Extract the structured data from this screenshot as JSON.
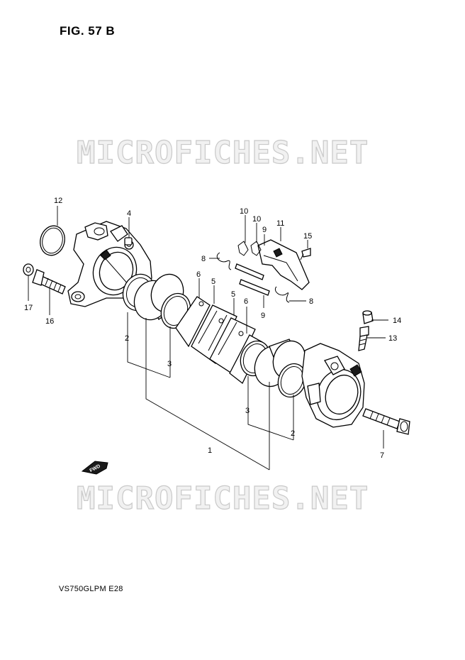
{
  "figure": {
    "title": "FIG. 57 B",
    "model_code": "VS750GLPM  E28"
  },
  "watermark": "MICROFICHES.NET",
  "direction_marker": "FWD",
  "callouts": {
    "c1": "1",
    "c2a": "2",
    "c2b": "2",
    "c3a": "3",
    "c3b": "3",
    "c4": "4",
    "c5a": "5",
    "c5b": "5",
    "c6a": "6",
    "c6b": "6",
    "c7": "7",
    "c8a": "8",
    "c8b": "8",
    "c9a": "9",
    "c9b": "9",
    "c10a": "10",
    "c10b": "10",
    "c11": "11",
    "c12": "12",
    "c13": "13",
    "c14": "14",
    "c15": "15",
    "c16": "16",
    "c17": "17"
  }
}
